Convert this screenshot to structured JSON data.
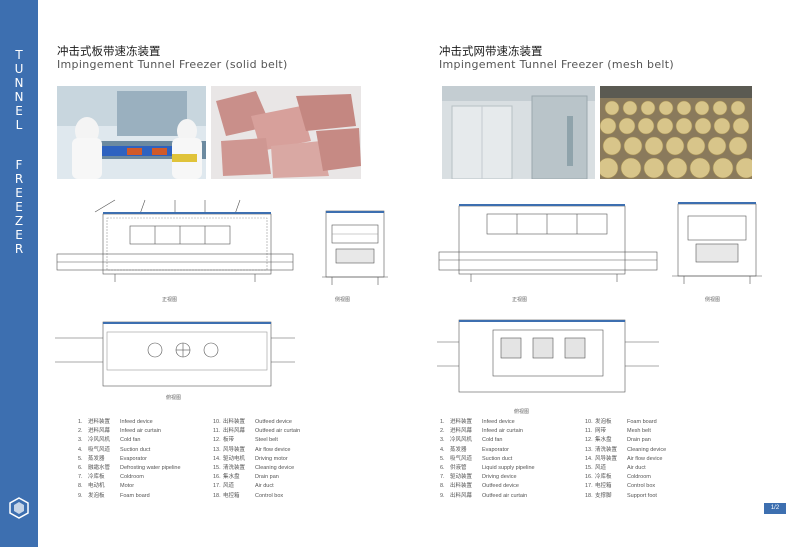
{
  "sidebar": {
    "word1": "TUNNEL",
    "word2": "FREEZER"
  },
  "left": {
    "title_cn": "冲击式板带速冻装置",
    "title_en": "Impingement Tunnel Freezer (solid belt)",
    "caption_front": "正视图",
    "caption_side": "侧视图",
    "caption_top": "俯视图",
    "legend_col1": [
      {
        "n": "1.",
        "cn": "进料装置",
        "en": "Infeed device"
      },
      {
        "n": "2.",
        "cn": "进料风幕",
        "en": "Infeed air curtain"
      },
      {
        "n": "3.",
        "cn": "冷风风机",
        "en": "Cold fan"
      },
      {
        "n": "4.",
        "cn": "吸气风道",
        "en": "Suction duct"
      },
      {
        "n": "5.",
        "cn": "蒸发器",
        "en": "Evaporator"
      },
      {
        "n": "6.",
        "cn": "融霜水管",
        "en": "Defrosting water pipeline"
      },
      {
        "n": "7.",
        "cn": "冷库板",
        "en": "Coldroom"
      },
      {
        "n": "8.",
        "cn": "电动机",
        "en": "Motor"
      },
      {
        "n": "9.",
        "cn": "发泡板",
        "en": "Foam board"
      }
    ],
    "legend_col2": [
      {
        "n": "10.",
        "cn": "出料装置",
        "en": "Outfeed device"
      },
      {
        "n": "11.",
        "cn": "出料风幕",
        "en": "Outfeed air curtain"
      },
      {
        "n": "12.",
        "cn": "板带",
        "en": "Steel belt"
      },
      {
        "n": "13.",
        "cn": "风导装置",
        "en": "Air flow device"
      },
      {
        "n": "14.",
        "cn": "驱动电机",
        "en": "Driving motor"
      },
      {
        "n": "15.",
        "cn": "清洗装置",
        "en": "Cleaning device"
      },
      {
        "n": "16.",
        "cn": "集水盘",
        "en": "Drain pan"
      },
      {
        "n": "17.",
        "cn": "风道",
        "en": "Air duct"
      },
      {
        "n": "18.",
        "cn": "电控箱",
        "en": "Control box"
      }
    ]
  },
  "right": {
    "title_cn": "冲击式网带速冻装置",
    "title_en": "Impingement Tunnel Freezer (mesh belt)",
    "caption_front": "正视图",
    "caption_side": "侧视图",
    "caption_top": "俯视图",
    "legend_col1": [
      {
        "n": "1.",
        "cn": "进料装置",
        "en": "Infeed device"
      },
      {
        "n": "2.",
        "cn": "进料风幕",
        "en": "Infeed air curtain"
      },
      {
        "n": "3.",
        "cn": "冷风风机",
        "en": "Cold fan"
      },
      {
        "n": "4.",
        "cn": "蒸发器",
        "en": "Evaporator"
      },
      {
        "n": "5.",
        "cn": "吸气风道",
        "en": "Suction duct"
      },
      {
        "n": "6.",
        "cn": "供液管",
        "en": "Liquid supply pipeline"
      },
      {
        "n": "7.",
        "cn": "驱动装置",
        "en": "Driving device"
      },
      {
        "n": "8.",
        "cn": "出料装置",
        "en": "Outfeed device"
      },
      {
        "n": "9.",
        "cn": "出料风幕",
        "en": "Outfeed air curtain"
      }
    ],
    "legend_col2": [
      {
        "n": "10.",
        "cn": "发泡板",
        "en": "Foam board"
      },
      {
        "n": "11.",
        "cn": "网带",
        "en": "Mesh belt"
      },
      {
        "n": "12.",
        "cn": "集水盘",
        "en": "Drain pan"
      },
      {
        "n": "13.",
        "cn": "清洗装置",
        "en": "Cleaning device"
      },
      {
        "n": "14.",
        "cn": "风导装置",
        "en": "Air flow device"
      },
      {
        "n": "15.",
        "cn": "风道",
        "en": "Air duct"
      },
      {
        "n": "16.",
        "cn": "冷库板",
        "en": "Coldroom"
      },
      {
        "n": "17.",
        "cn": "电控箱",
        "en": "Control box"
      },
      {
        "n": "18.",
        "cn": "支撑脚",
        "en": "Support foot"
      }
    ]
  },
  "page": {
    "number": "1/2"
  }
}
